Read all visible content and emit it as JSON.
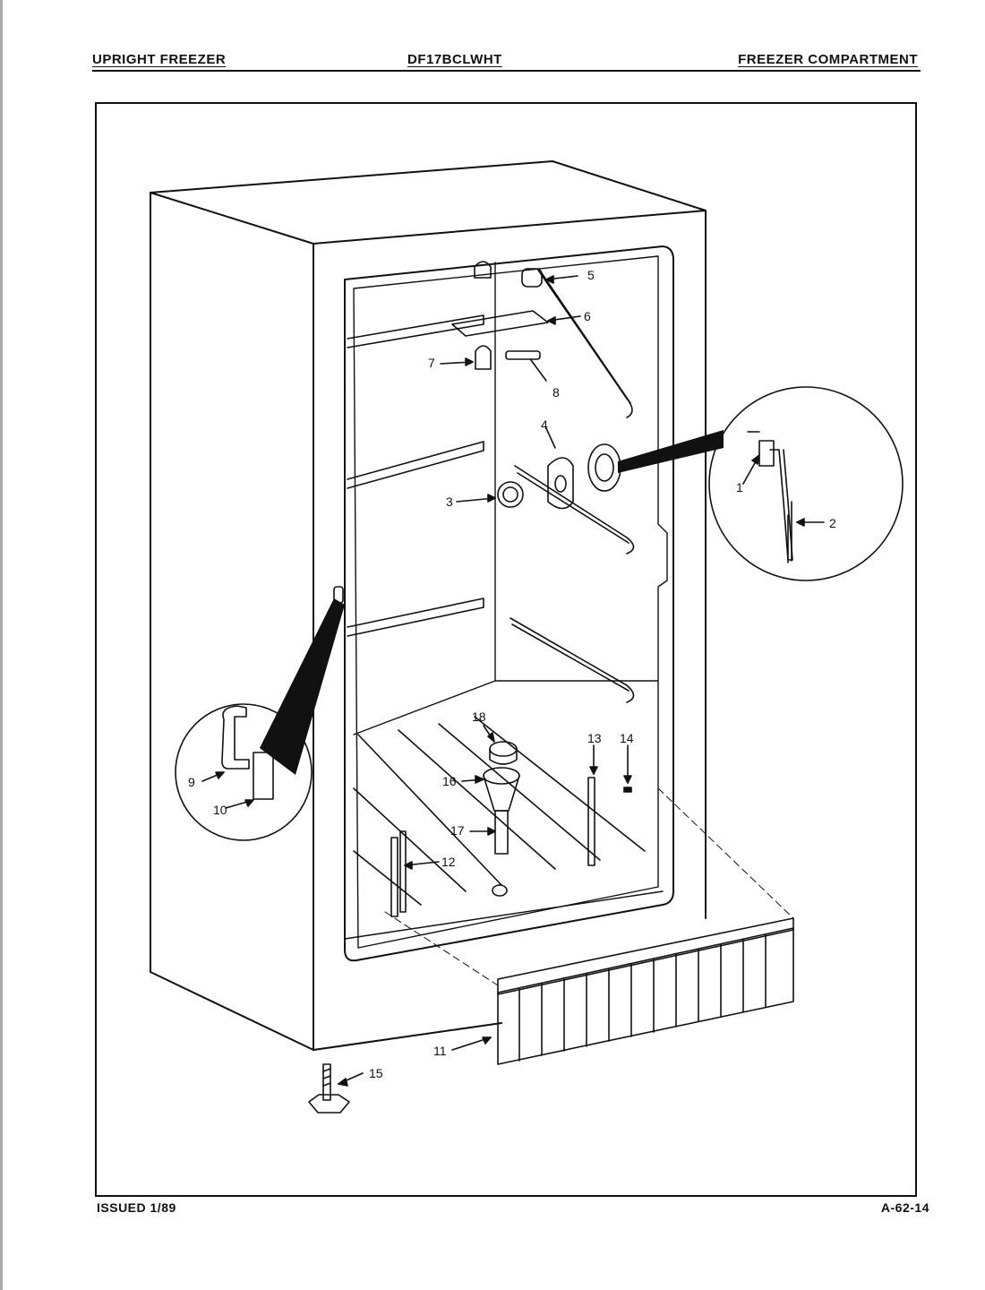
{
  "header": {
    "left": "UPRIGHT FREEZER",
    "center": "DF17BCLWHT",
    "right": "FREEZER COMPARTMENT"
  },
  "footer": {
    "left": "ISSUED 1/89",
    "right": "A-62-14"
  },
  "callouts": [
    "1",
    "2",
    "3",
    "4",
    "5",
    "6",
    "7",
    "8",
    "9",
    "10",
    "11",
    "12",
    "13",
    "14",
    "15",
    "16",
    "17",
    "18"
  ]
}
